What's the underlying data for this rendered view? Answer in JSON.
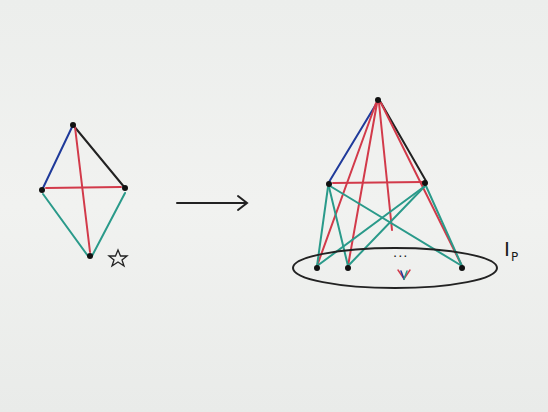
{
  "diagram": {
    "nodes": [
      {
        "text": [
          "I",
          "P"
        ]
      }
    ],
    "labels": [
      "..."
    ]
  }
}
